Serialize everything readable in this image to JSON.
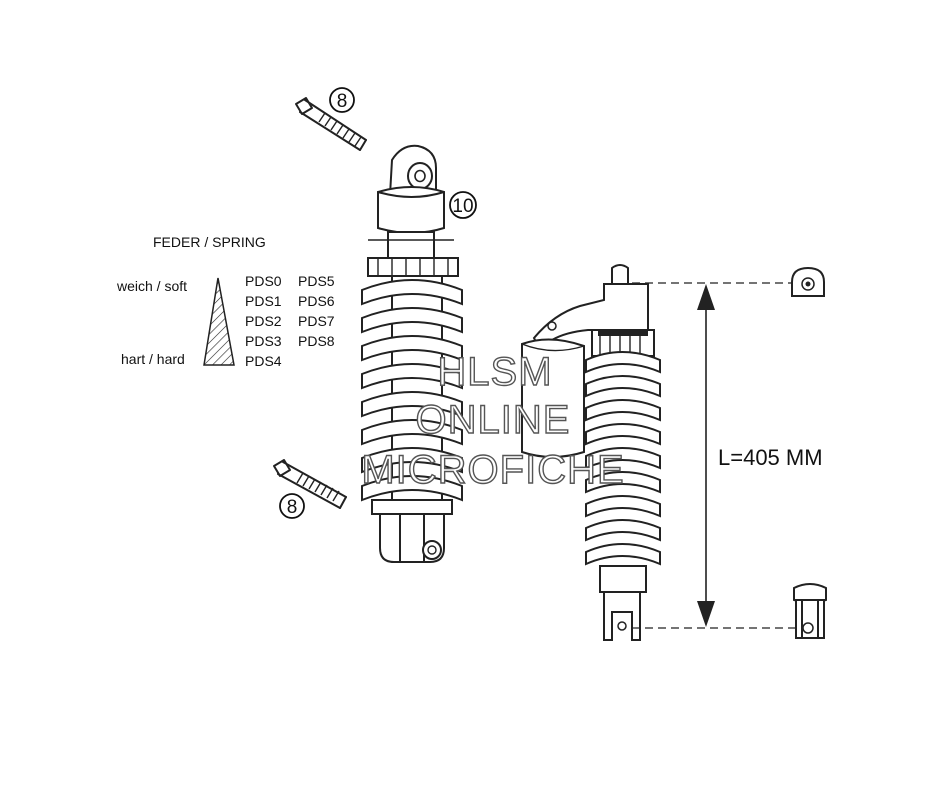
{
  "spring_legend": {
    "title": "FEDER / SPRING",
    "soft_label": "weich / soft",
    "hard_label": "hart / hard",
    "codes_left": [
      "PDS0",
      "PDS1",
      "PDS2",
      "PDS3",
      "PDS4"
    ],
    "codes_right": [
      "PDS5",
      "PDS6",
      "PDS7",
      "PDS8"
    ]
  },
  "callouts": {
    "bolt_top": "8",
    "bolt_bottom": "8",
    "top_mount": "10"
  },
  "dimension": {
    "length_label": "L=405 MM"
  },
  "watermark": {
    "line1": "HLSM",
    "line2": "ONLINE",
    "line3": "MICROFICHE"
  }
}
